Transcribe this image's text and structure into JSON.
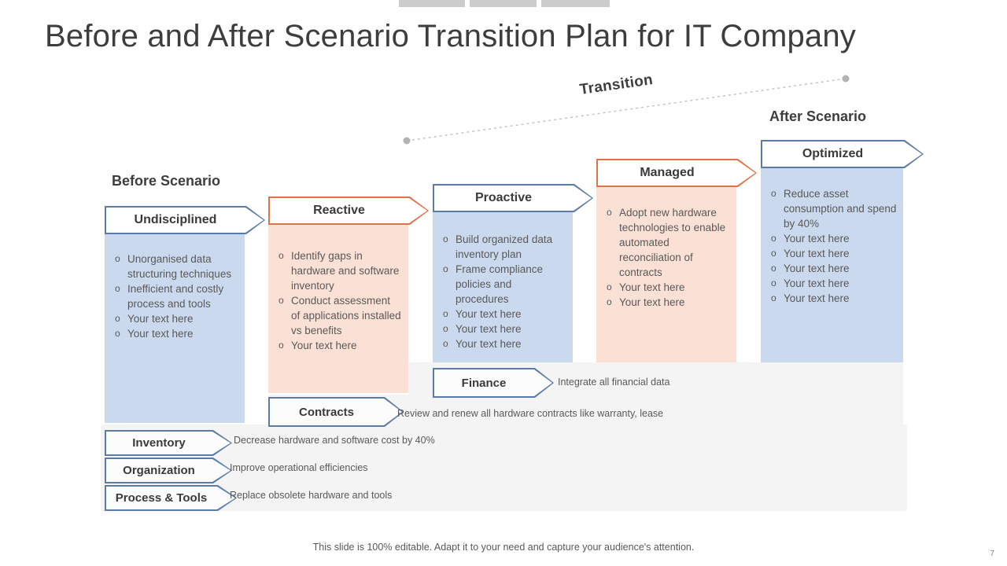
{
  "title": "Before and After Scenario Transition Plan for IT Company",
  "labels": {
    "before_scenario": "Before Scenario",
    "after_scenario": "After Scenario",
    "transition": "Transition"
  },
  "stages": [
    {
      "label": "Undisciplined",
      "theme": "blue",
      "bullets": [
        "Unorganised data structuring techniques",
        "Inefficient and costly process and tools",
        "Your text here",
        "Your text here"
      ]
    },
    {
      "label": "Reactive",
      "theme": "orange",
      "bullets": [
        "Identify gaps in hardware and software inventory",
        "Conduct assessment of applications installed vs benefits",
        "Your text here"
      ]
    },
    {
      "label": "Proactive",
      "theme": "blue",
      "bullets": [
        "Build organized data inventory plan",
        "Frame compliance policies and procedures",
        "Your text here",
        "Your text here",
        "Your text here"
      ]
    },
    {
      "label": "Managed",
      "theme": "orange",
      "bullets": [
        "Adopt new hardware technologies to enable automated reconciliation of contracts",
        "Your text here",
        "Your text here"
      ]
    },
    {
      "label": "Optimized",
      "theme": "blue",
      "bullets": [
        "Reduce asset consumption and spend by 40%",
        "Your text here",
        "Your text here",
        "Your text here",
        "Your text here",
        "Your text here"
      ]
    }
  ],
  "bottom_rows": [
    {
      "label": "Finance",
      "description": "Integrate all financial data"
    },
    {
      "label": "Contracts",
      "description": "Review and renew all hardware contracts like warranty, lease"
    },
    {
      "label": "Inventory",
      "description": "Decrease hardware and software cost by 40%"
    },
    {
      "label": "Organization",
      "description": "Improve operational efficiencies"
    },
    {
      "label": "Process & Tools",
      "description": "Replace obsolete hardware and tools"
    }
  ],
  "footer": "This slide is 100% editable. Adapt it to your need and capture your audience's attention.",
  "page_number": "7",
  "colors": {
    "blue_fill": "#cbd9ee",
    "peach_fill": "#fbe1d5",
    "blue_border": "#5a7ba6",
    "orange_border": "#e0724a",
    "band_gray": "#f4f4f5",
    "text_body": "#595959"
  }
}
